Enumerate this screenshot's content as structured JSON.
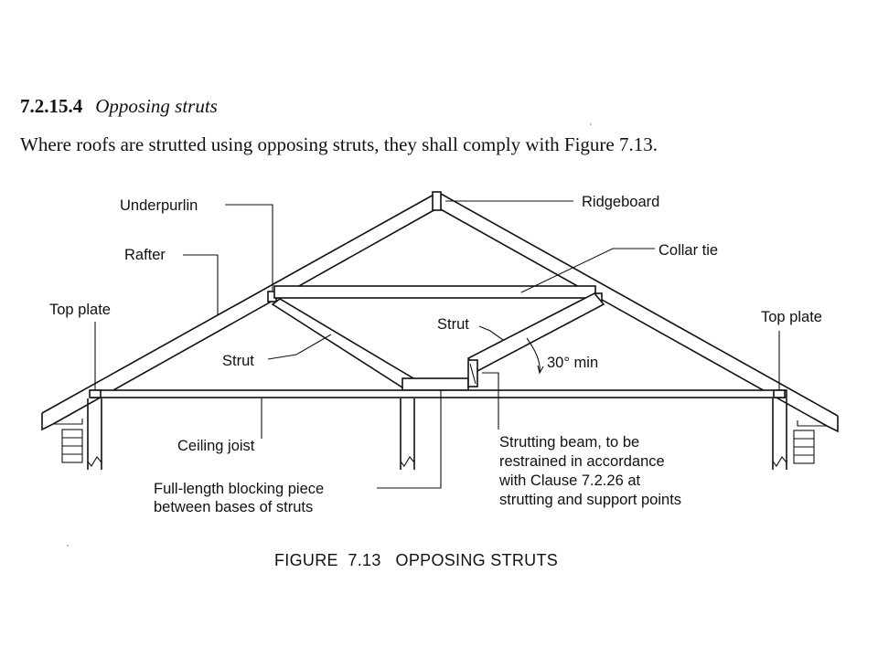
{
  "section": {
    "number": "7.2.15.4",
    "title": "Opposing struts",
    "text": "Where roofs are strutted using opposing struts, they shall comply with Figure 7.13."
  },
  "figure": {
    "caption": "FIGURE  7.13   OPPOSING STRUTS",
    "labels": {
      "underpurlin": "Underpurlin",
      "ridgeboard": "Ridgeboard",
      "rafter": "Rafter",
      "collar_tie": "Collar tie",
      "top_plate_left": "Top plate",
      "top_plate_right": "Top plate",
      "strut_left": "Strut",
      "strut_right": "Strut",
      "angle": "30° min",
      "ceiling_joist": "Ceiling joist",
      "blocking_line1": "Full-length blocking piece",
      "blocking_line2": "between bases of struts",
      "beam_line1": "Strutting beam, to be",
      "beam_line2": "restrained in accordance",
      "beam_line3": "with Clause 7.2.26 at",
      "beam_line4": "strutting and support points"
    }
  }
}
